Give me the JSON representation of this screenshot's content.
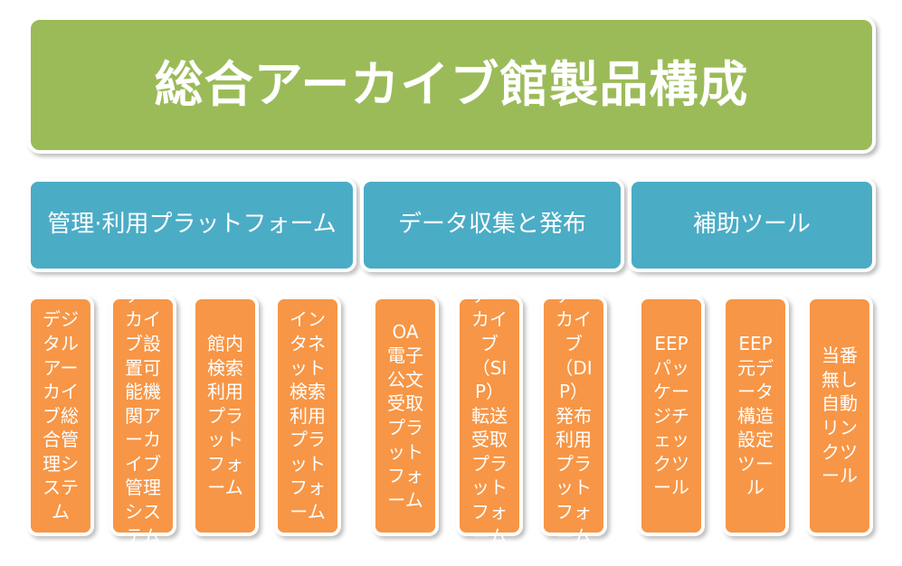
{
  "title": {
    "text": "総合アーカイブ館製品構成"
  },
  "colors": {
    "title_background": "#9BBB59",
    "category_background": "#4BACC6",
    "leaf_background": "#F79646",
    "text": "#FFFFFF",
    "page_background": "#FFFFFF",
    "border": "#FFFFFF"
  },
  "categories": [
    {
      "label": "管理·利用プラットフォーム"
    },
    {
      "label": "データ収集と発布"
    },
    {
      "label": "補助ツール"
    }
  ],
  "leaves": [
    {
      "label": "デジタルアーカイブ総合管理システム",
      "category": 0
    },
    {
      "label": "アーカイブ設置可能機関アーカイブ管理システム",
      "category": 0
    },
    {
      "label": "館内検索利用プラットフォーム",
      "category": 0
    },
    {
      "label": "インタネット検索利用プラットフォーム",
      "category": 0
    },
    {
      "label": "OA電子公文受取プラットフォーム",
      "category": 1
    },
    {
      "label": "アーカイブ（SIP）転送受取プラットフォーム",
      "category": 1
    },
    {
      "label": "アーカイブ（DIP）発布利用プラットフォーム",
      "category": 1
    },
    {
      "label": "EEPパッケージチェックツール",
      "category": 2
    },
    {
      "label": "EEP元データ構造設定ツール",
      "category": 2
    },
    {
      "label": "当番無し自動リンクツール",
      "category": 2
    }
  ]
}
